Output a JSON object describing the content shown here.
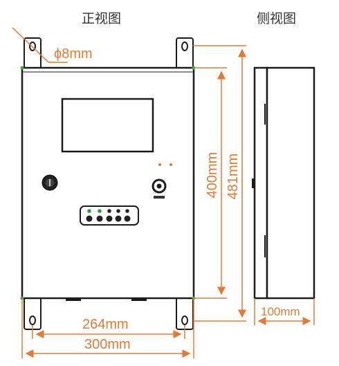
{
  "titles": {
    "front": "正视图",
    "side": "侧视图"
  },
  "dimensions": {
    "hole": "ϕ8mm",
    "inner_height": "400mm",
    "total_height": "481mm",
    "inner_width": "264mm",
    "total_width": "300mm",
    "depth": "100mm"
  },
  "colors": {
    "dimension": "#e07a35",
    "outline": "#1a1a1a",
    "led": "#2e9e3a",
    "corner_dot": "#2fae3a"
  }
}
